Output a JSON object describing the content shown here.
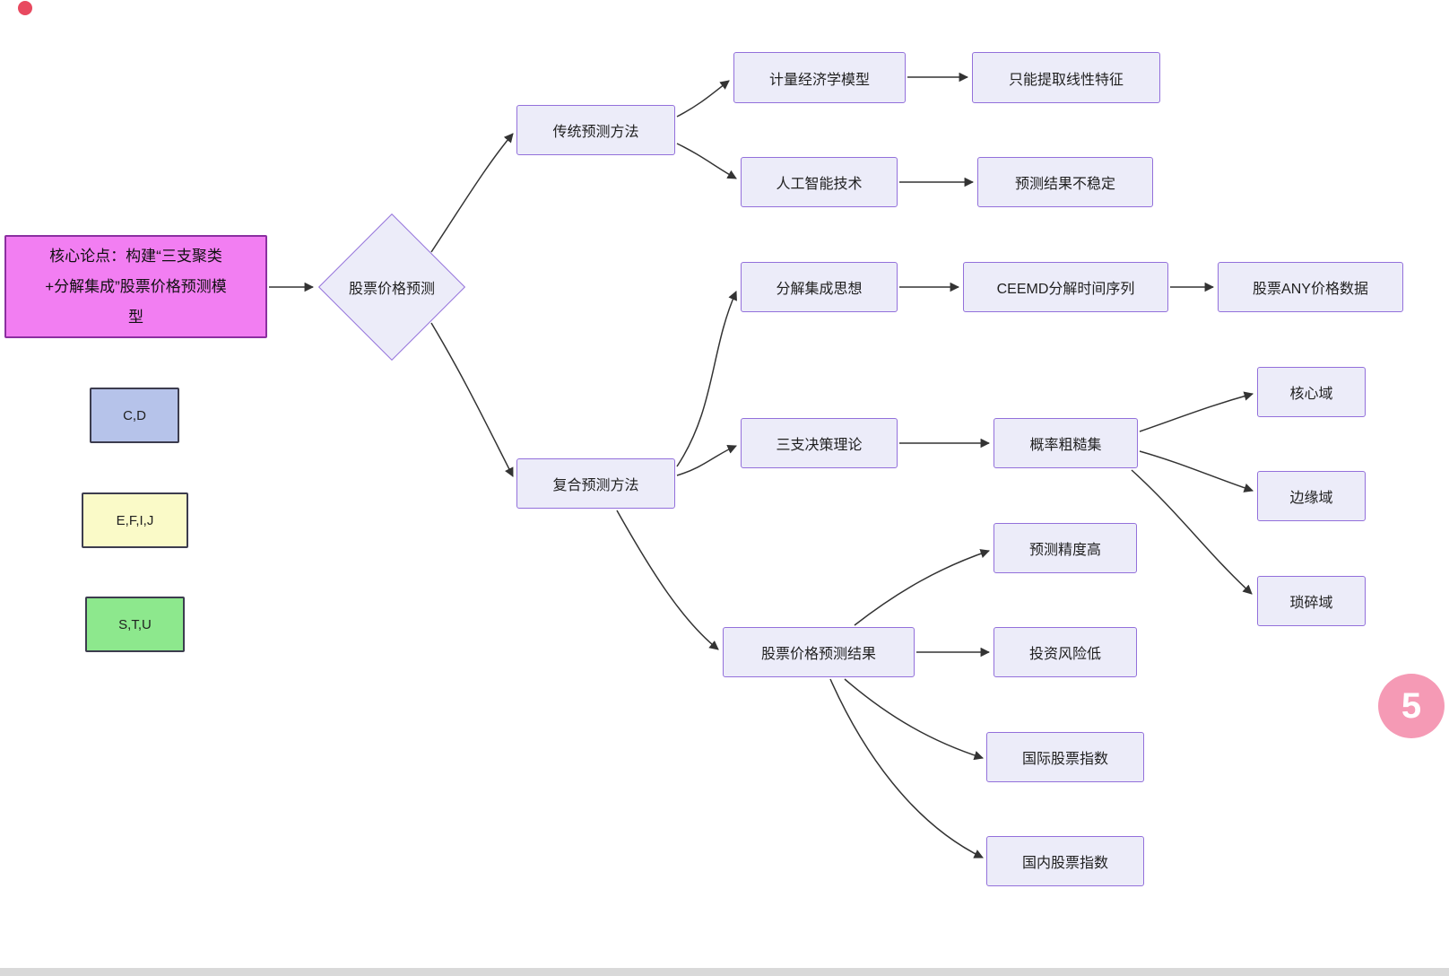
{
  "nodes": {
    "core_thesis": "核心论点：构建“三支聚类\n+分解集成”股票价格预测模\n型",
    "stock_price_prediction": "股票价格预测",
    "traditional_methods": "传统预测方法",
    "econometric_model": "计量经济学模型",
    "linear_only": "只能提取线性特征",
    "ai_technology": "人工智能技术",
    "unstable_results": "预测结果不稳定",
    "composite_methods": "复合预测方法",
    "decomposition_ensemble": "分解集成思想",
    "ceemd": "CEEMD分解时间序列",
    "stock_any_data": "股票ANY价格数据",
    "three_way_decision": "三支决策理论",
    "prob_rough_set": "概率粗糙集",
    "core_domain": "核心域",
    "boundary_domain": "边缘域",
    "trivial_domain": "琐碎域",
    "high_accuracy": "预测精度高",
    "prediction_results": "股票价格预测结果",
    "low_risk": "投资风险低",
    "intl_index": "国际股票指数",
    "domestic_index": "国内股票指数"
  },
  "legend": {
    "blue": "C,D",
    "yellow": "E,F,I,J",
    "green": "S,T,U"
  },
  "badge": {
    "label": "5"
  },
  "colors": {
    "node_fill": "#ececf9",
    "node_border": "#9370db",
    "core_fill": "#f27ef2",
    "core_border": "#8b2fa0",
    "legend_blue": "#b6c3ea",
    "legend_yellow": "#fafac8",
    "legend_green": "#8de88d",
    "arrow": "#333333",
    "badge_pink": "#f59ab5",
    "dot_red": "#e8495f"
  },
  "edges": [
    {
      "from": "core_thesis",
      "to": "stock_price_prediction"
    },
    {
      "from": "stock_price_prediction",
      "to": "traditional_methods"
    },
    {
      "from": "traditional_methods",
      "to": "econometric_model"
    },
    {
      "from": "econometric_model",
      "to": "linear_only"
    },
    {
      "from": "traditional_methods",
      "to": "ai_technology"
    },
    {
      "from": "ai_technology",
      "to": "unstable_results"
    },
    {
      "from": "stock_price_prediction",
      "to": "composite_methods"
    },
    {
      "from": "composite_methods",
      "to": "decomposition_ensemble"
    },
    {
      "from": "decomposition_ensemble",
      "to": "ceemd"
    },
    {
      "from": "ceemd",
      "to": "stock_any_data"
    },
    {
      "from": "composite_methods",
      "to": "three_way_decision"
    },
    {
      "from": "three_way_decision",
      "to": "prob_rough_set"
    },
    {
      "from": "prob_rough_set",
      "to": "core_domain"
    },
    {
      "from": "prob_rough_set",
      "to": "boundary_domain"
    },
    {
      "from": "prob_rough_set",
      "to": "trivial_domain"
    },
    {
      "from": "composite_methods",
      "to": "prediction_results"
    },
    {
      "from": "prediction_results",
      "to": "high_accuracy"
    },
    {
      "from": "prediction_results",
      "to": "low_risk"
    },
    {
      "from": "prediction_results",
      "to": "intl_index"
    },
    {
      "from": "prediction_results",
      "to": "domestic_index"
    }
  ]
}
